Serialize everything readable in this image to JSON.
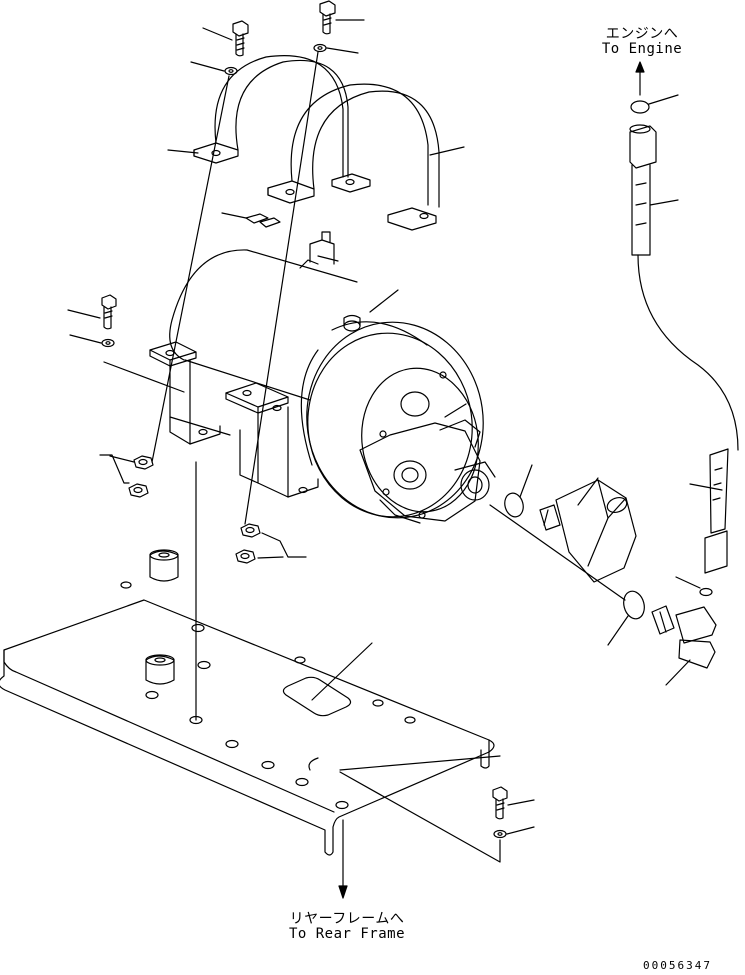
{
  "labels": {
    "to_engine_jp": "エンジンへ",
    "to_engine_en": "To Engine",
    "to_rear_jp": "リヤーフレームへ",
    "to_rear_en": "To Rear Frame",
    "drawing_number": "00056347"
  },
  "colors": {
    "line": "#000000",
    "background": "#ffffff"
  }
}
